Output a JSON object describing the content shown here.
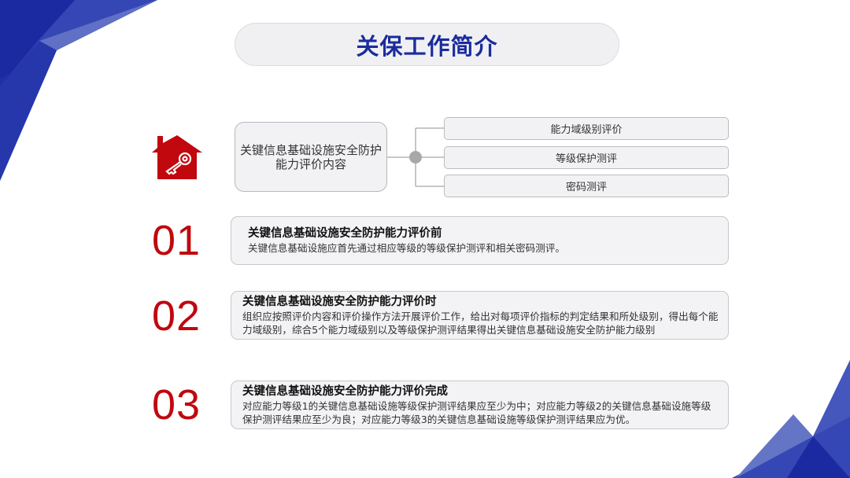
{
  "slide": {
    "title": "关保工作简介",
    "colors": {
      "title": "#1a2c9c",
      "accent_red": "#c0080e",
      "deco_blue_dark": "#1b2aa0",
      "deco_blue_mid": "#3447b5",
      "deco_blue_light": "#6070c4"
    }
  },
  "diagram": {
    "icon": "house-key-icon",
    "center_label": "关键信息基础设施安全防护能力评价内容",
    "branches": [
      {
        "label": "能力域级别评价"
      },
      {
        "label": "等级保护测评"
      },
      {
        "label": "密码测评"
      }
    ]
  },
  "steps": [
    {
      "number": "01",
      "heading": "关键信息基础设施安全防护能力评价前",
      "body": "关键信息基础设施应首先通过相应等级的等级保护测评和相关密码测评。"
    },
    {
      "number": "02",
      "heading": "关键信息基础设施安全防护能力评价时",
      "body": "组织应按照评价内容和评价操作方法开展评价工作，给出对每项评价指标的判定结果和所处级别，得出每个能力域级别，综合5个能力域级别以及等级保护测评结果得出关键信息基础设施安全防护能力级别"
    },
    {
      "number": "03",
      "heading": "关键信息基础设施安全防护能力评价完成",
      "body": "对应能力等级1的关键信息基础设施等级保护测评结果应至少为中；对应能力等级2的关键信息基础设施等级保护测评结果应至少为良；对应能力等级3的关键信息基础设施等级保护测评结果应为优。"
    }
  ]
}
